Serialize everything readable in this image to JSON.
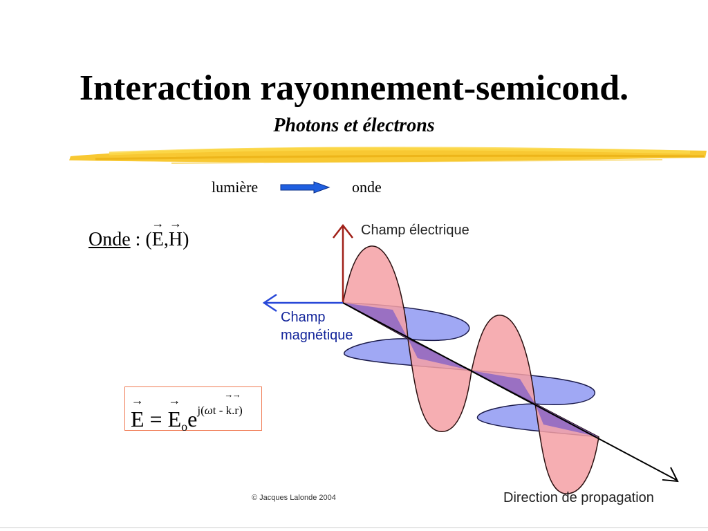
{
  "slide": {
    "title": "Interaction rayonnement-semicond.",
    "subtitle": "Photons et électrons"
  },
  "relation": {
    "left": "lumière",
    "right": "onde",
    "arrow_color": "#1f5fe0"
  },
  "onde": {
    "label": "Onde",
    "separator": " : (",
    "e": "E",
    "comma": ",",
    "h": "H",
    "close": ")"
  },
  "formula": {
    "lhs": "E",
    "equals": " = ",
    "e0": "E",
    "sub": "o",
    "exp_base": "e",
    "exp_prefix": "j(",
    "omega": "ω",
    "t_minus": "t - ",
    "k": "k",
    "dot": ".",
    "r": "r",
    "exp_close": ")",
    "box_color": "#f07850"
  },
  "diagram": {
    "electric_label": "Champ électrique",
    "magnetic_label_line1": "Champ",
    "magnetic_label_line2": "magnétique",
    "propagation_label": "Direction de propagation",
    "copyright": "© Jacques Lalonde 2004",
    "colors": {
      "electric_fill": "#f4a0a4",
      "electric_arrow": "#a02018",
      "magnetic_fill": "#a0a8f4",
      "overlap": "#8060c8",
      "magnetic_arrow": "#2848d8",
      "axis": "#000000"
    }
  }
}
